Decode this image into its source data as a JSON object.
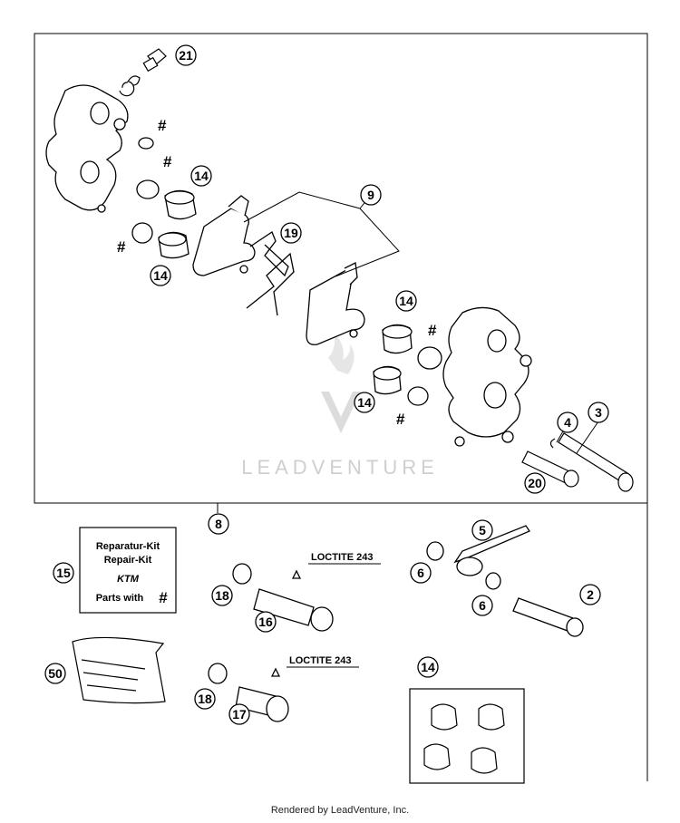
{
  "callouts": [
    {
      "id": "c21",
      "text": "21"
    },
    {
      "id": "c9",
      "text": "9"
    },
    {
      "id": "c14a",
      "text": "14"
    },
    {
      "id": "c19",
      "text": "19"
    },
    {
      "id": "c14b",
      "text": "14"
    },
    {
      "id": "c14c",
      "text": "14"
    },
    {
      "id": "c14d",
      "text": "14"
    },
    {
      "id": "c3",
      "text": "3"
    },
    {
      "id": "c4",
      "text": "4"
    },
    {
      "id": "c20",
      "text": "20"
    },
    {
      "id": "c8",
      "text": "8"
    },
    {
      "id": "c5",
      "text": "5"
    },
    {
      "id": "c15",
      "text": "15"
    },
    {
      "id": "c18a",
      "text": "18"
    },
    {
      "id": "c16",
      "text": "16"
    },
    {
      "id": "c6a",
      "text": "6"
    },
    {
      "id": "c6b",
      "text": "6"
    },
    {
      "id": "c2",
      "text": "2"
    },
    {
      "id": "c50",
      "text": "50"
    },
    {
      "id": "c18b",
      "text": "18"
    },
    {
      "id": "c17",
      "text": "17"
    },
    {
      "id": "c14e",
      "text": "14"
    }
  ],
  "hash_marks": [
    "#",
    "#",
    "#",
    "#",
    "#"
  ],
  "loctite_labels": [
    "LOCTITE 243",
    "LOCTITE 243"
  ],
  "repair_kit": {
    "line1": "Reparatur-Kit",
    "line2": "Repair-Kit",
    "logo": "KTM",
    "line3": "Parts with",
    "hash": "#"
  },
  "watermark": "LEADVENTURE",
  "footer": "Rendered by LeadVenture, Inc."
}
